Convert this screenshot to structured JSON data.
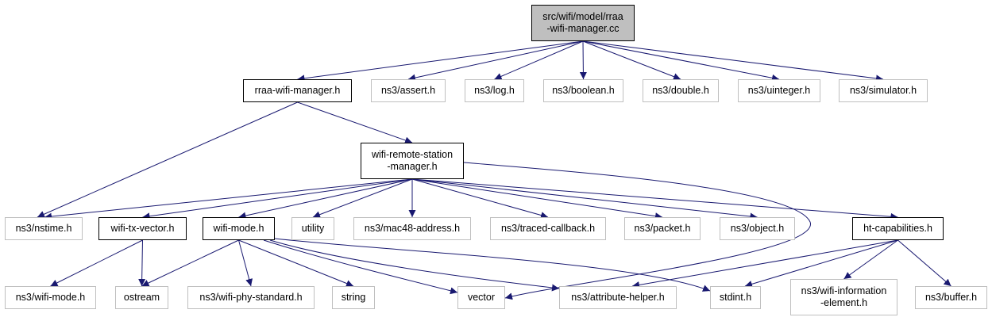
{
  "title": "src/wifi/model/rraa-wifi-manager.cc",
  "colors": {
    "edge": "#191970",
    "root_fill": "#bfbfbf",
    "ext_border": "#bfbfbf",
    "border": "#000000"
  },
  "nodes": [
    {
      "id": "root",
      "label": "src/wifi/model/rraa\n-wifi-manager.cc",
      "kind": "root"
    },
    {
      "id": "rraa-h",
      "label": "rraa-wifi-manager.h",
      "kind": "doc"
    },
    {
      "id": "assert-h",
      "label": "ns3/assert.h",
      "kind": "ext"
    },
    {
      "id": "log-h",
      "label": "ns3/log.h",
      "kind": "ext"
    },
    {
      "id": "boolean-h",
      "label": "ns3/boolean.h",
      "kind": "ext"
    },
    {
      "id": "double-h",
      "label": "ns3/double.h",
      "kind": "ext"
    },
    {
      "id": "uinteger-h",
      "label": "ns3/uinteger.h",
      "kind": "ext"
    },
    {
      "id": "simulator-h",
      "label": "ns3/simulator.h",
      "kind": "ext"
    },
    {
      "id": "wrsm-h",
      "label": "wifi-remote-station\n-manager.h",
      "kind": "doc"
    },
    {
      "id": "nstime-h",
      "label": "ns3/nstime.h",
      "kind": "ext"
    },
    {
      "id": "txvector-h",
      "label": "wifi-tx-vector.h",
      "kind": "doc"
    },
    {
      "id": "wifimode-h",
      "label": "wifi-mode.h",
      "kind": "doc"
    },
    {
      "id": "utility",
      "label": "utility",
      "kind": "ext"
    },
    {
      "id": "mac48-h",
      "label": "ns3/mac48-address.h",
      "kind": "ext"
    },
    {
      "id": "traced-h",
      "label": "ns3/traced-callback.h",
      "kind": "ext"
    },
    {
      "id": "packet-h",
      "label": "ns3/packet.h",
      "kind": "ext"
    },
    {
      "id": "object-h",
      "label": "ns3/object.h",
      "kind": "ext"
    },
    {
      "id": "htcap-h",
      "label": "ht-capabilities.h",
      "kind": "doc"
    },
    {
      "id": "ns3wifimode-h",
      "label": "ns3/wifi-mode.h",
      "kind": "ext"
    },
    {
      "id": "ostream",
      "label": "ostream",
      "kind": "ext"
    },
    {
      "id": "phystd-h",
      "label": "ns3/wifi-phy-standard.h",
      "kind": "ext"
    },
    {
      "id": "string",
      "label": "string",
      "kind": "ext"
    },
    {
      "id": "vector",
      "label": "vector",
      "kind": "ext"
    },
    {
      "id": "attrhelper-h",
      "label": "ns3/attribute-helper.h",
      "kind": "ext"
    },
    {
      "id": "stdint-h",
      "label": "stdint.h",
      "kind": "ext"
    },
    {
      "id": "infoelem-h",
      "label": "ns3/wifi-information\n-element.h",
      "kind": "ext"
    },
    {
      "id": "buffer-h",
      "label": "ns3/buffer.h",
      "kind": "ext"
    }
  ],
  "edges": [
    [
      "root",
      "rraa-h"
    ],
    [
      "root",
      "assert-h"
    ],
    [
      "root",
      "log-h"
    ],
    [
      "root",
      "boolean-h"
    ],
    [
      "root",
      "double-h"
    ],
    [
      "root",
      "uinteger-h"
    ],
    [
      "root",
      "simulator-h"
    ],
    [
      "rraa-h",
      "wrsm-h"
    ],
    [
      "rraa-h",
      "nstime-h"
    ],
    [
      "wrsm-h",
      "nstime-h"
    ],
    [
      "wrsm-h",
      "txvector-h"
    ],
    [
      "wrsm-h",
      "wifimode-h"
    ],
    [
      "wrsm-h",
      "utility"
    ],
    [
      "wrsm-h",
      "mac48-h"
    ],
    [
      "wrsm-h",
      "traced-h"
    ],
    [
      "wrsm-h",
      "packet-h"
    ],
    [
      "wrsm-h",
      "object-h"
    ],
    [
      "wrsm-h",
      "htcap-h"
    ],
    [
      "wrsm-h",
      "vector"
    ],
    [
      "txvector-h",
      "ns3wifimode-h"
    ],
    [
      "txvector-h",
      "ostream"
    ],
    [
      "wifimode-h",
      "ostream"
    ],
    [
      "wifimode-h",
      "phystd-h"
    ],
    [
      "wifimode-h",
      "string"
    ],
    [
      "wifimode-h",
      "vector"
    ],
    [
      "wifimode-h",
      "attrhelper-h"
    ],
    [
      "wifimode-h",
      "stdint-h"
    ],
    [
      "htcap-h",
      "attrhelper-h"
    ],
    [
      "htcap-h",
      "stdint-h"
    ],
    [
      "htcap-h",
      "infoelem-h"
    ],
    [
      "htcap-h",
      "buffer-h"
    ]
  ]
}
